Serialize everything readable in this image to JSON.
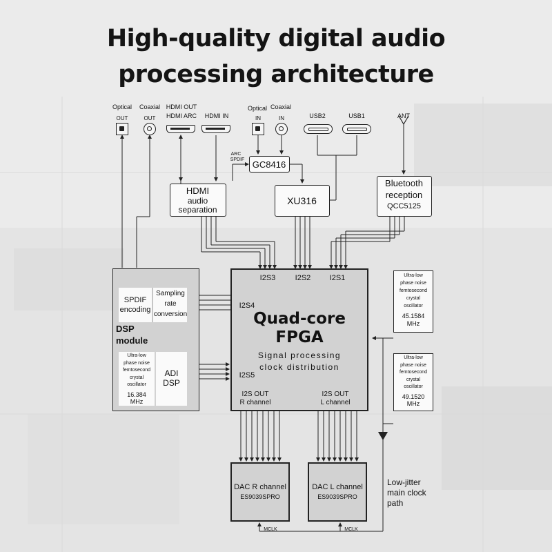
{
  "title": {
    "line1": "High-quality digital audio",
    "line2": "processing architecture"
  },
  "ports": {
    "optical_out_top": "Optical",
    "optical_out_tag": "OUT",
    "coaxial_out_top": "Coaxial",
    "coaxial_out_tag": "OUT",
    "hdmi_out_top": "HDMI OUT",
    "hdmi_out_sub": "HDMI ARC",
    "hdmi_in": "HDMI IN",
    "optical_in_top": "Optical",
    "optical_in_tag": "IN",
    "coaxial_in_top": "Coaxial",
    "coaxial_in_tag": "IN",
    "usb2": "USB2",
    "usb1": "USB1",
    "ant": "ANT"
  },
  "blocks": {
    "gc8416": "GC8416",
    "arc_spdif_1": "ARC",
    "arc_spdif_2": "SPDIF",
    "hdmi_sep_1": "HDMI",
    "hdmi_sep_2": "audio",
    "hdmi_sep_3": "separation",
    "xu316": "XU316",
    "bt_1": "Bluetooth",
    "bt_2": "reception",
    "bt_3": "QCC5125",
    "i2s3": "I2S3",
    "i2s2": "I2S2",
    "i2s1": "I2S1",
    "i2s4": "I2S4",
    "i2s5": "I2S5",
    "fpga_1": "Quad-core",
    "fpga_2": "FPGA",
    "fpga_3": "Signal processing",
    "fpga_4": "clock distribution",
    "i2s_out_r_1": "I2S OUT",
    "i2s_out_r_2": "R channel",
    "i2s_out_l_1": "I2S OUT",
    "i2s_out_l_2": "L channel",
    "spdif_enc_1": "SPDIF",
    "spdif_enc_2": "encoding",
    "src_1": "Sampling",
    "src_2": "rate",
    "src_3": "conversion",
    "dsp_mod_1": "DSP",
    "dsp_mod_2": "module",
    "adi_1": "ADI",
    "adi_2": "DSP",
    "osc_dsp": [
      "Ultra-low",
      "phase noise",
      "femtosecond",
      "crystal",
      "oscillator",
      "16.384",
      "MHz"
    ],
    "osc1": [
      "Ultra-low",
      "phase noise",
      "femtosecond",
      "crystal",
      "oscillator",
      "45.1584",
      "MHz"
    ],
    "osc2": [
      "Ultra-low",
      "phase noise",
      "femtosecond",
      "crystal",
      "oscillator",
      "49.1520",
      "MHz"
    ],
    "dac_r_1": "DAC R channel",
    "dac_r_2": "ES9039SPRO",
    "dac_l_1": "DAC L channel",
    "dac_l_2": "ES9039SPRO",
    "mclk_r": "MCLK",
    "mclk_l": "MCLK",
    "clock_path": [
      "Low-jitter",
      "main clock",
      "path"
    ]
  },
  "colors": {
    "background": "#e9e9e9",
    "block_fill": "#d2d2d2",
    "line": "#222222"
  }
}
